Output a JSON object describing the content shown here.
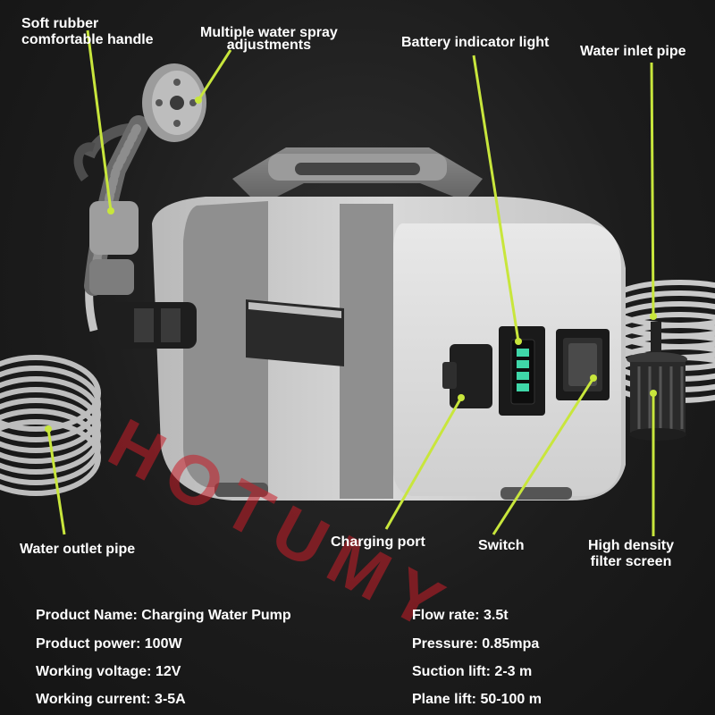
{
  "callouts": {
    "handle_line1": "Soft rubber",
    "handle_line2": "comfortable handle",
    "spray_line1": "Multiple water spray",
    "spray_line2": "adjustments",
    "battery": "Battery indicator light",
    "inlet": "Water inlet pipe",
    "outlet": "Water outlet pipe",
    "charging": "Charging port",
    "switch": "Switch",
    "filter_line1": "High density",
    "filter_line2": "filter screen"
  },
  "specs": {
    "left": [
      "Product Name: Charging Water Pump",
      "Product power: 100W",
      "Working voltage: 12V",
      "Working current: 3-5A"
    ],
    "right": [
      "Flow rate: 3.5t",
      "Pressure: 0.85mpa",
      "Suction lift: 2-3 m",
      "Plane lift: 50-100 m"
    ]
  },
  "watermark": "HOTUMY",
  "colors": {
    "pointer": "#c8e63c",
    "battery_led": "#3fd6a8",
    "watermark": "#c81e28",
    "text": "#ffffff"
  }
}
